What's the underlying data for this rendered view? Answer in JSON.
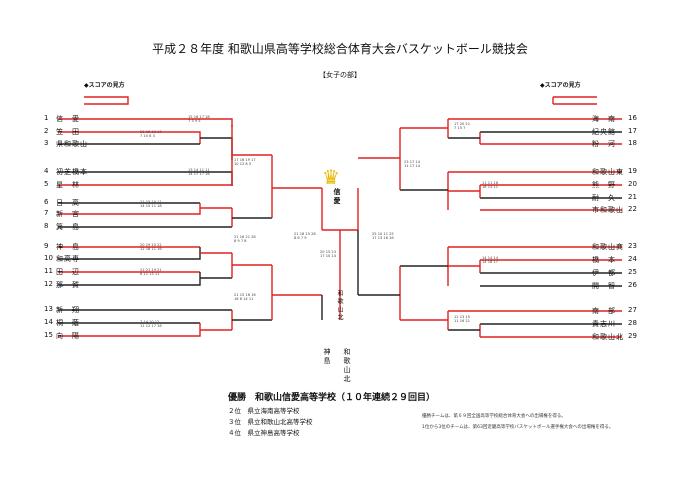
{
  "title": "平成２８年度 和歌山県高等学校総合体育大会バスケットボール競技会",
  "subtitle": "【女子の部】",
  "legend_left": "◆スコアの見方",
  "legend_right": "◆スコアの見方",
  "teams_left": [
    {
      "no": "1",
      "name": "信　愛"
    },
    {
      "no": "2",
      "name": "笠　田"
    },
    {
      "no": "3",
      "name": "県和歌山"
    },
    {
      "no": "4",
      "name": "初芝橋本"
    },
    {
      "no": "5",
      "name": "星　林"
    },
    {
      "no": "6",
      "name": "日　高"
    },
    {
      "no": "7",
      "name": "新　宮"
    },
    {
      "no": "8",
      "name": "箕　島"
    },
    {
      "no": "9",
      "name": "神　島"
    },
    {
      "no": "10",
      "name": "和高専"
    },
    {
      "no": "11",
      "name": "田　辺"
    },
    {
      "no": "12",
      "name": "那　賀"
    },
    {
      "no": "13",
      "name": "新　翔"
    },
    {
      "no": "14",
      "name": "桐　蔭"
    },
    {
      "no": "15",
      "name": "向　陽"
    }
  ],
  "teams_right": [
    {
      "no": "16",
      "name": "海　南"
    },
    {
      "no": "17",
      "name": "紀央館"
    },
    {
      "no": "18",
      "name": "粉　河"
    },
    {
      "no": "19",
      "name": "和歌山東"
    },
    {
      "no": "20",
      "name": "熊　野"
    },
    {
      "no": "21",
      "name": "耐　久"
    },
    {
      "no": "22",
      "name": "市和歌山"
    },
    {
      "no": "23",
      "name": "和歌山商"
    },
    {
      "no": "24",
      "name": "橋　本"
    },
    {
      "no": "25",
      "name": "伊　都"
    },
    {
      "no": "26",
      "name": "開　智"
    },
    {
      "no": "27",
      "name": "南　部"
    },
    {
      "no": "28",
      "name": "貴志川"
    },
    {
      "no": "29",
      "name": "和歌山北"
    }
  ],
  "champion_vertical": "信愛",
  "crown": "♛",
  "semi_left_vertical": "和歌山北",
  "semi_bottom_left": "神島",
  "semi_bottom_right": "和歌山北",
  "results": {
    "winner": "優勝　和歌山信愛高等学校（１０年連続２９回目）",
    "second": "２位　県立海南高等学校",
    "third": "３位　県立和歌山北高等学校",
    "fourth": "４位　県立神島高等学校"
  },
  "notes": {
    "n1": "優勝チームは、第６９回全国高等学校総合体育大会への出場権を得る。",
    "n2": "1位から3位のチームは、第63回近畿高等学校バスケットボール選手権大会への出場権を得る。"
  },
  "colors": {
    "win": "#e02020",
    "line": "#222222"
  }
}
